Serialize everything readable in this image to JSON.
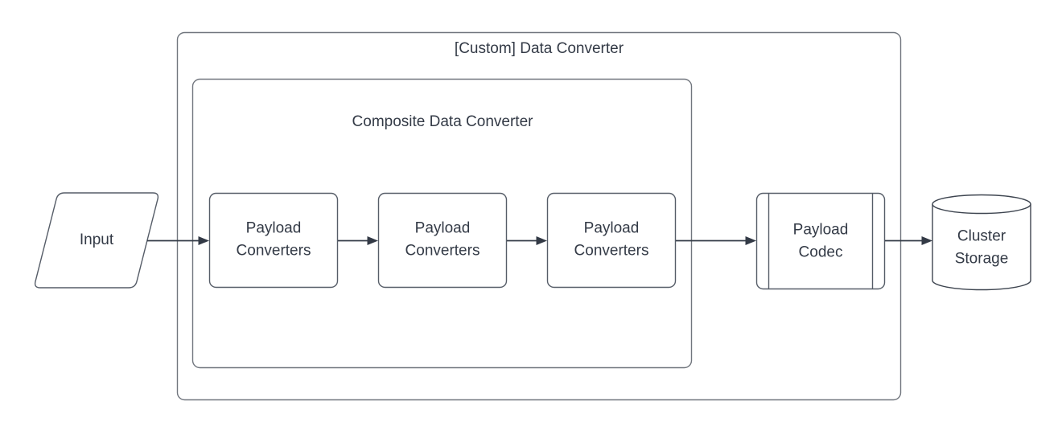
{
  "containers": {
    "outer": {
      "label": "[Custom] Data Converter"
    },
    "inner": {
      "label": "Composite Data Converter"
    }
  },
  "nodes": {
    "input": {
      "label": "Input",
      "shape": "parallelogram"
    },
    "converter1": {
      "label": "Payload Converters",
      "shape": "rounded-rect"
    },
    "converter2": {
      "label": "Payload Converters",
      "shape": "rounded-rect"
    },
    "converter3": {
      "label": "Payload Converters",
      "shape": "rounded-rect"
    },
    "codec": {
      "label": "Payload Codec",
      "shape": "predefined-process"
    },
    "storage": {
      "label": "Cluster Storage",
      "shape": "cylinder"
    }
  },
  "edges": [
    {
      "from": "input",
      "to": "converter1"
    },
    {
      "from": "converter1",
      "to": "converter2"
    },
    {
      "from": "converter2",
      "to": "converter3"
    },
    {
      "from": "converter3",
      "to": "codec"
    },
    {
      "from": "codec",
      "to": "storage"
    }
  ],
  "colors": {
    "background": "#ffffff",
    "container_stroke": "#71767e",
    "shape_stroke": "#565d68",
    "arrow": "#333a46",
    "text": "#333a46"
  }
}
